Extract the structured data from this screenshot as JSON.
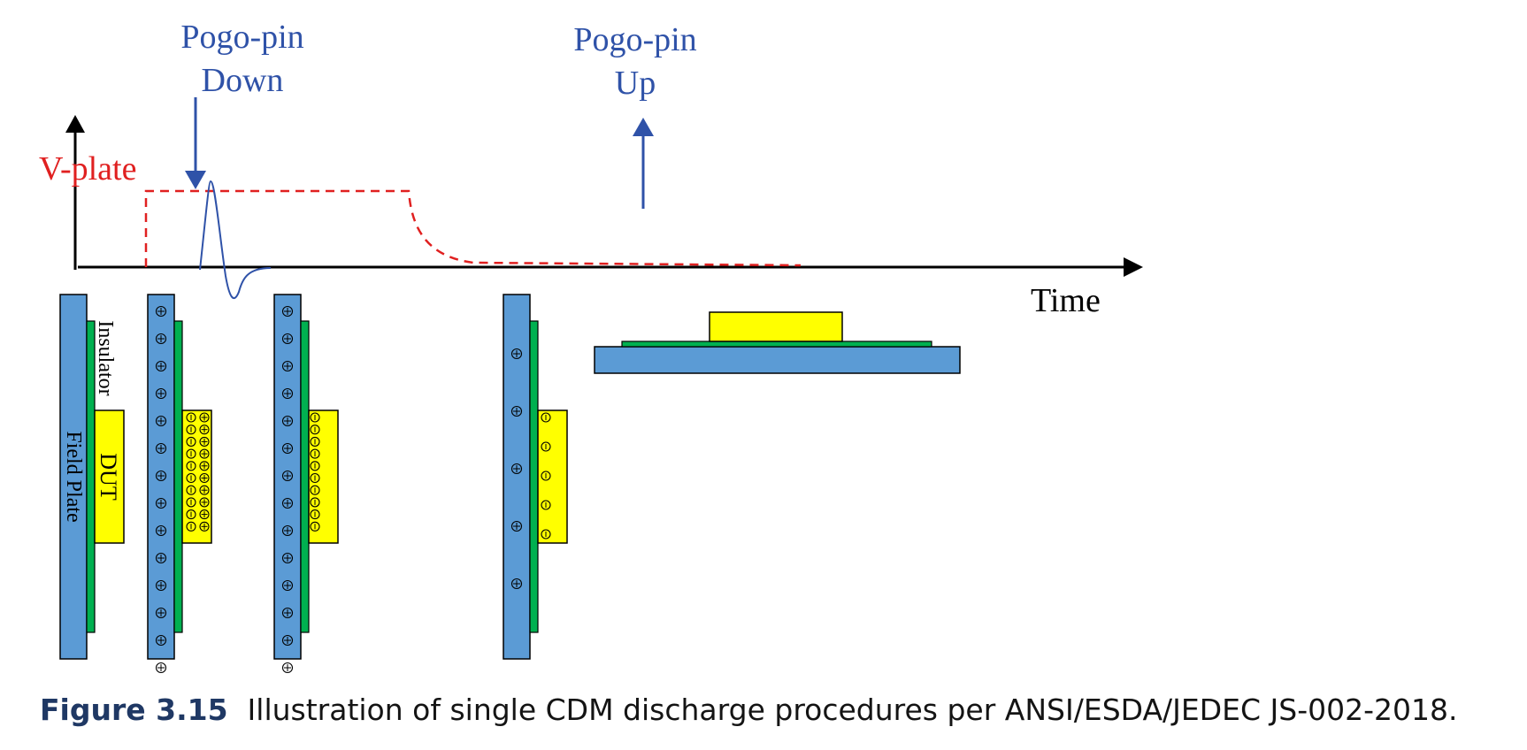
{
  "labels": {
    "pogo_down_line1": "Pogo-pin",
    "pogo_down_line2": "Down",
    "pogo_up_line1": "Pogo-pin",
    "pogo_up_line2": "Up",
    "v_plate": "V-plate",
    "time": "Time",
    "insulator": "Insulator",
    "dut": "DUT",
    "field_plate": "Field Plate"
  },
  "caption": {
    "figure_label": "Figure 3.15",
    "text": "Illustration of single CDM discharge procedures per ANSI/ESDA/JEDEC JS-002-2018."
  },
  "colors": {
    "field_plate_blue": "#5b9bd5",
    "insulator_green": "#00b050",
    "dut_yellow": "#ffff00",
    "pogo_arrow_blue": "#2f52a8",
    "v_plate_red": "#e02020",
    "axis_black": "#000000"
  },
  "symbols": {
    "positive_charge": "⊕",
    "negative_charge": "⊙"
  }
}
